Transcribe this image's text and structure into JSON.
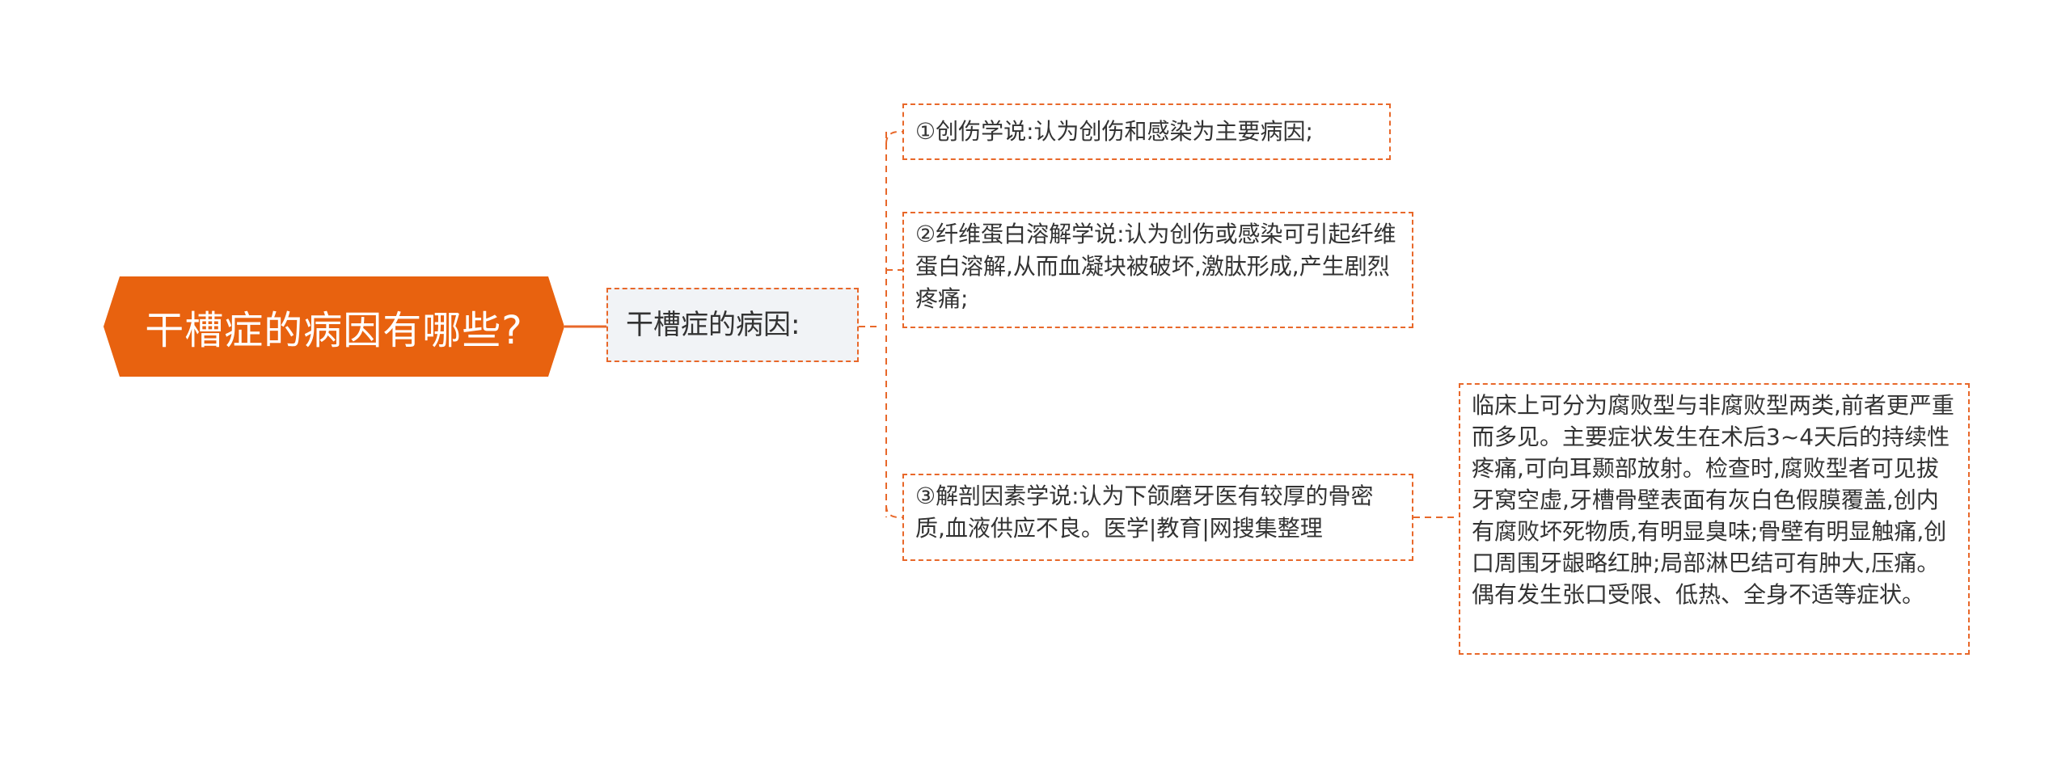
{
  "root": {
    "label": "干槽症的病因有哪些?"
  },
  "sub": {
    "label": "干槽症的病因:"
  },
  "leaves": [
    {
      "label": "①创伤学说:认为创伤和感染为主要病因;"
    },
    {
      "label": "②纤维蛋白溶解学说:认为创伤或感染可引起纤维蛋白溶解,从而血凝块被破坏,激肽形成,产生剧烈疼痛;"
    },
    {
      "label": "③解剖因素学说:认为下颌磨牙医有较厚的骨密质,血液供应不良。医学|教育|网搜集整理"
    }
  ],
  "detail": {
    "label": "临床上可分为腐败型与非腐败型两类,前者更严重而多见。主要症状发生在术后3~4天后的持续性疼痛,可向耳颞部放射。检查时,腐败型者可见拔牙窝空虚,牙槽骨壁表面有灰白色假膜覆盖,创内有腐败坏死物质,有明显臭味;骨壁有明显触痛,创口周围牙龈略红肿;局部淋巴结可有肿大,压痛。偶有发生张口受限、低热、全身不适等症状。"
  },
  "colors": {
    "accent": "#e8682a",
    "root_fill": "#e8620f",
    "sub_fill": "#f1f3f6",
    "text": "#333333"
  }
}
